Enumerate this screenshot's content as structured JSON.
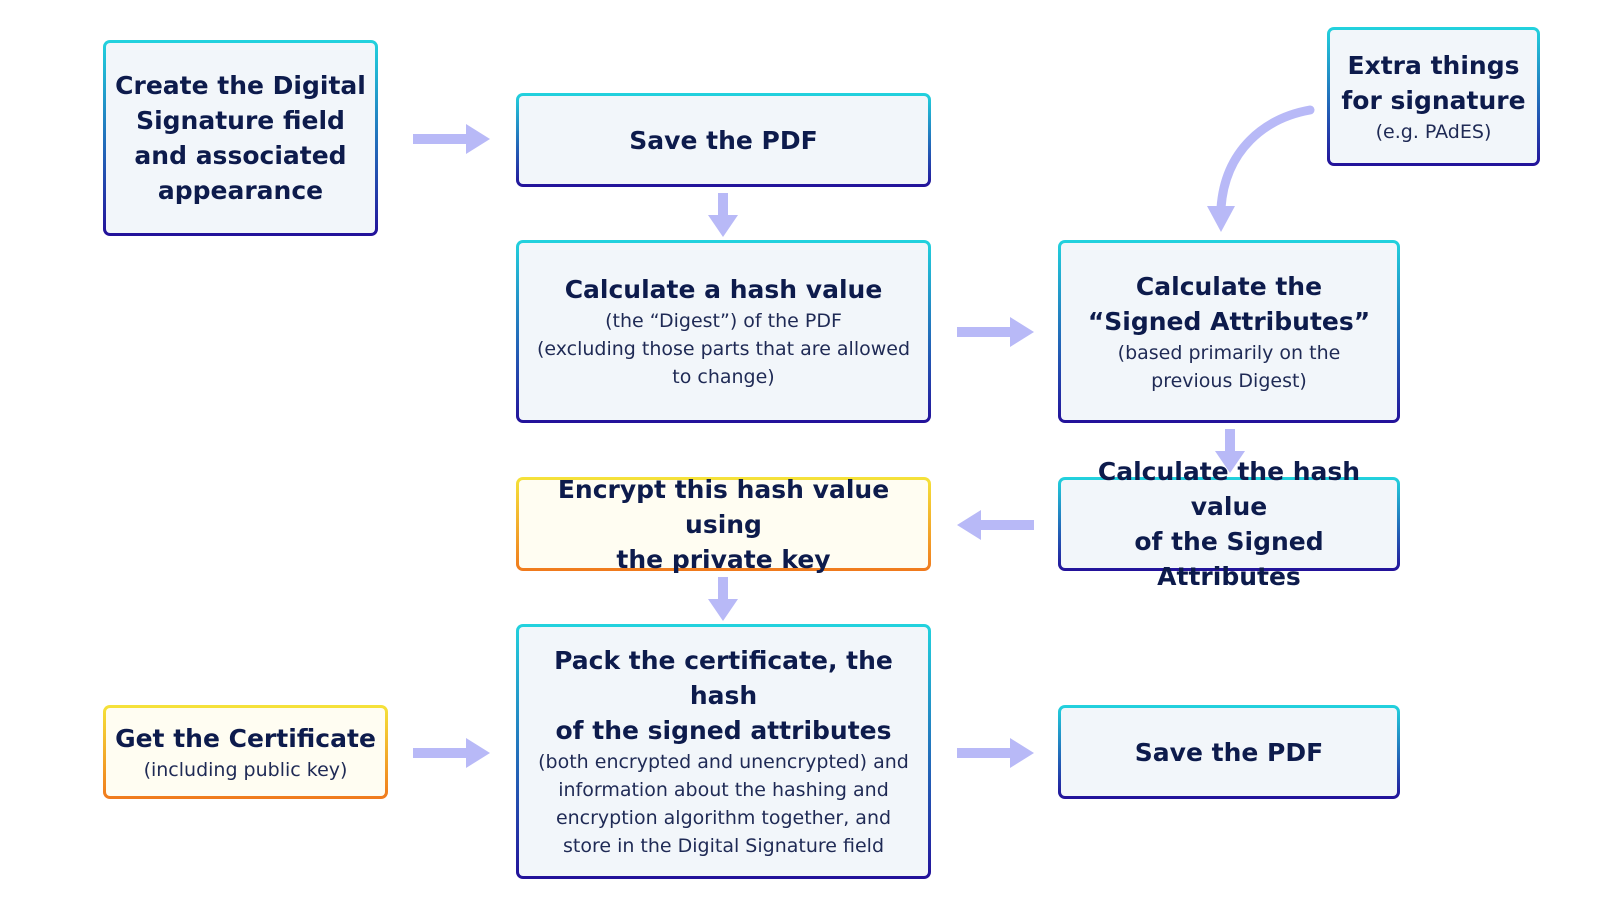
{
  "nodes": {
    "create_field": {
      "title": "Create the Digital\nSignature field\nand associated\nappearance",
      "sub": ""
    },
    "save_pdf_1": {
      "title": "Save the PDF",
      "sub": ""
    },
    "calc_hash": {
      "title": "Calculate a hash value",
      "sub": "(the “Digest”) of the PDF\n(excluding those parts that are allowed\nto change)"
    },
    "extra_things": {
      "title": "Extra things\nfor signature",
      "sub": "(e.g. PAdES)"
    },
    "calc_signed_attrs": {
      "title": "Calculate the\n“Signed Attributes”",
      "sub": "(based primarily on the\nprevious Digest)"
    },
    "encrypt_hash": {
      "title": "Encrypt this hash value using\nthe private key",
      "sub": ""
    },
    "calc_hash_signed_attrs": {
      "title": "Calculate the hash value\nof the Signed Attributes",
      "sub": ""
    },
    "get_certificate": {
      "title": "Get the Certificate",
      "sub": "(including public key)"
    },
    "pack_certificate": {
      "title": "Pack the certificate, the hash\nof the signed attributes",
      "sub": "(both encrypted and unencrypted) and\ninformation about the hashing and\nencryption algorithm together, and\nstore in the Digital Signature field"
    },
    "save_pdf_2": {
      "title": "Save the PDF",
      "sub": ""
    }
  },
  "colors": {
    "arrow": "#b8b9f7",
    "blue_border_top": "#22d3de",
    "blue_border_bottom": "#23119a",
    "gold_border_top": "#f5e33a",
    "gold_border_bottom": "#f07a1d",
    "text": "#0d1b4c"
  }
}
